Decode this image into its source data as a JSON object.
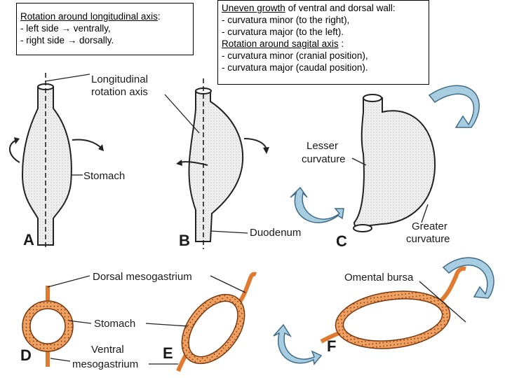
{
  "box_left": {
    "line1": "Rotation around longitudinal axis",
    "line1_suffix": ":",
    "line2": "- left side → ventrally,",
    "line3": "- right side → dorsally."
  },
  "box_right": {
    "line1_u": "Uneven growth",
    "line1_rest": " of ventral and dorsal wall:",
    "line2": "- curvatura minor (to the right),",
    "line3": "- curvatura major (to the left).",
    "line4_u": "Rotation around sagital axis",
    "line4_rest": " :",
    "line5": "- curvatura minor (cranial position),",
    "line6": "- curvatura major (caudal position)."
  },
  "labels": {
    "long_axis_1": "Longitudinal",
    "long_axis_2": "rotation axis",
    "stomach_top": "Stomach",
    "lesser_1": "Lesser",
    "lesser_2": "curvature",
    "duodenum": "Duodenum",
    "greater_1": "Greater",
    "greater_2": "curvature",
    "dorsal_meso": "Dorsal mesogastrium",
    "stomach_bottom": "Stomach",
    "ventral_1": "Ventral",
    "ventral_2": "mesogastrium",
    "omental": "Omental bursa"
  },
  "panels": {
    "a": "A",
    "b": "B",
    "c": "C",
    "d": "D",
    "e": "E",
    "f": "F"
  },
  "colors": {
    "arrow_fill": "#a9cde0",
    "arrow_stroke": "#3f6c8a",
    "meso": "#e07a2e",
    "stipple": "#f2f2f2",
    "outline": "#222222"
  }
}
